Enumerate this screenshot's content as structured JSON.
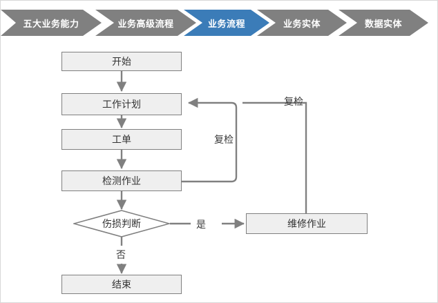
{
  "colors": {
    "chevron_inactive": "#808080",
    "chevron_active": "#3b7cb8",
    "chevron_text": "#ffffff",
    "node_fill": "#efefef",
    "node_border": "#7f7f7f",
    "node_text": "#333333",
    "wire": "#808080",
    "label_text": "#3a3a3a",
    "page_background": "#ffffff"
  },
  "breadcrumb": {
    "items": [
      {
        "label": "五大业务能力",
        "active": false
      },
      {
        "label": "业务高级流程",
        "active": false
      },
      {
        "label": "业务流程",
        "active": true
      },
      {
        "label": "业务实体",
        "active": false
      },
      {
        "label": "数据实体",
        "active": false
      }
    ]
  },
  "flowchart": {
    "nodes": [
      {
        "id": "start",
        "label": "开始",
        "shape": "rect"
      },
      {
        "id": "work-plan",
        "label": "工作计划",
        "shape": "rect"
      },
      {
        "id": "work-order",
        "label": "工单",
        "shape": "rect"
      },
      {
        "id": "inspection-task",
        "label": "检测作业",
        "shape": "rect"
      },
      {
        "id": "damage-decision",
        "label": "伤损判断",
        "shape": "diamond"
      },
      {
        "id": "repair-task",
        "label": "维修作业",
        "shape": "rect"
      },
      {
        "id": "end",
        "label": "结束",
        "shape": "rect"
      }
    ],
    "edge_labels": {
      "recheck_inner": "复检",
      "recheck_outer": "复检",
      "yes": "是",
      "no": "否"
    }
  }
}
